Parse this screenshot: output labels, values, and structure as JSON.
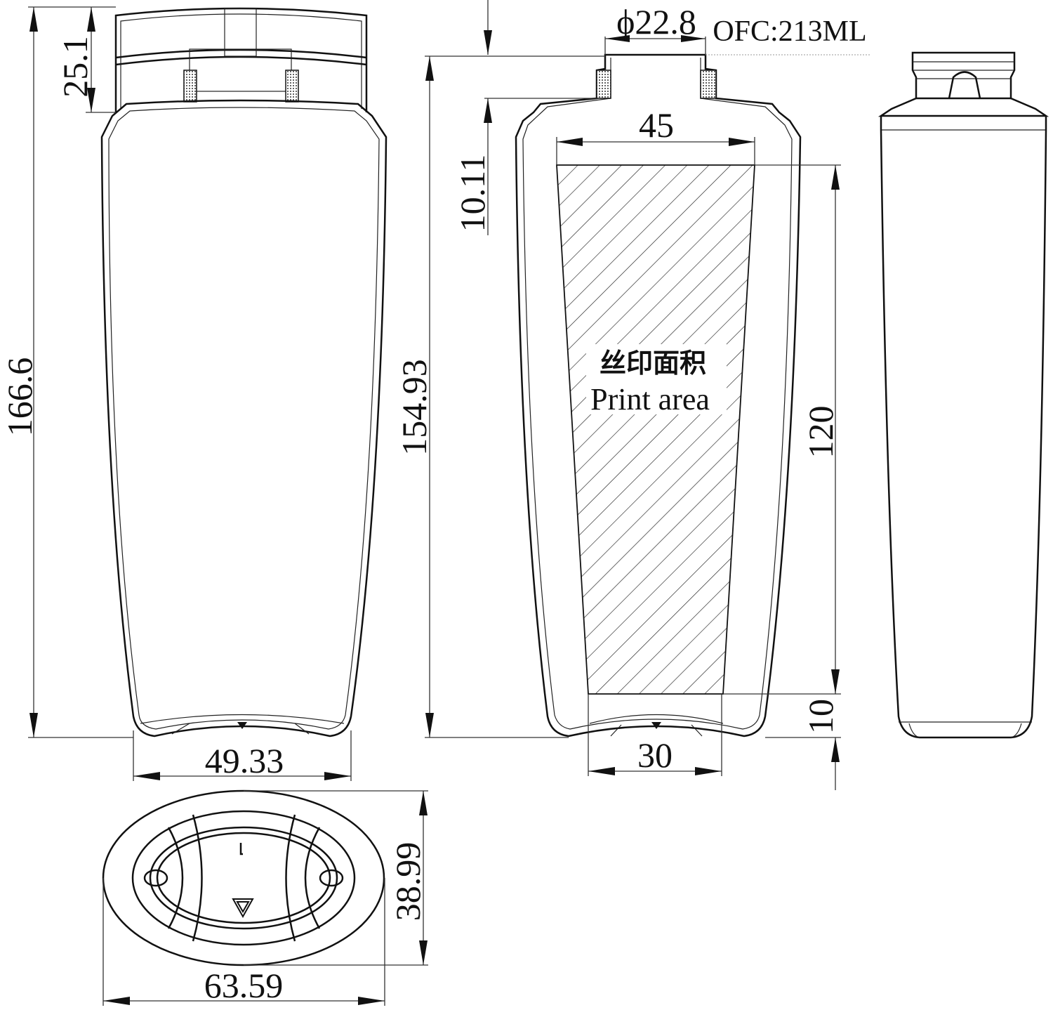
{
  "drawing": {
    "capacity_label": "OFC:213ML",
    "neck_diameter": "ϕ22.8",
    "dimensions": {
      "total_height": "166.6",
      "cap_height": "25.1",
      "base_width_front": "49.33",
      "bottle_height": "154.93",
      "shoulder_height": "10.11",
      "print_top_width": "45",
      "print_height": "120",
      "print_bottom_offset": "10",
      "print_bottom_width": "30",
      "base_depth": "38.99",
      "base_width": "63.59"
    },
    "print_area": {
      "label_cn": "丝印面积",
      "label_en": "Print area"
    }
  }
}
